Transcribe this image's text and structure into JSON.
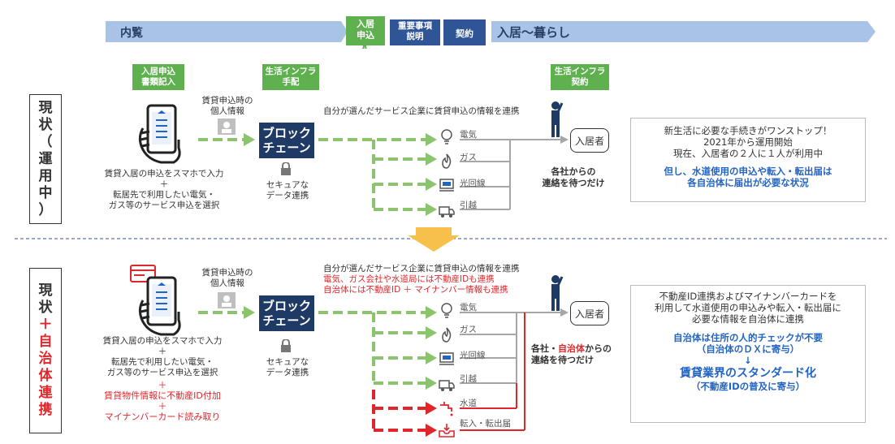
{
  "timeline": {
    "naiken": "内覧",
    "nyukyo_moushikomi": "入居\n申込",
    "juyou": "重要事項\n説明",
    "keiyaku": "契約",
    "kurashi": "入居〜暮らし"
  },
  "tags": {
    "shorui": "入居申込\n書類記入",
    "infra_tehai": "生活インフラ\n手配",
    "infra_keiyaku": "生活インフラ\n契約"
  },
  "top": {
    "label": [
      "現",
      "状",
      "（",
      "運",
      "用",
      "中",
      "）"
    ],
    "personal_info": "賃貸申込時の\n個人情報",
    "blockchain": "ブロック\nチェーン",
    "secure": "セキュアな\nデータ連携",
    "link_note": "自分が選んだサービス企業に賃貸申込の情報を連携",
    "services": [
      "電気",
      "ガス",
      "光回線",
      "引越"
    ],
    "resident": "入居者",
    "wait": "各社からの\n連絡を待つだけ",
    "left_text": "賃貸入居の申込をスマホで入力\n＋\n転居先で利用したい電気・\nガス等のサービス申込を選択",
    "info_lines": [
      "新生活に必要な手続きがワンストップ！",
      "2021年から運用開始",
      "現在、入居者の２人に１人が利用中"
    ],
    "info_blue": "但し、水道使用の申込や転入・転出届は\n各自治体に届出が必要な状況"
  },
  "bottom": {
    "label_black": [
      "現",
      "状"
    ],
    "label_red": [
      "＋",
      "自",
      "治",
      "体",
      "連",
      "携"
    ],
    "personal_info": "賃貸申込時の\n個人情報",
    "blockchain": "ブロック\nチェーン",
    "secure": "セキュアな\nデータ連携",
    "link_note": "自分が選んだサービス企業に賃貸申込の情報を連携",
    "link_red1": "電気、ガス会社や水道局には不動産IDも連携",
    "link_red2": "自治体には不動産ID ＋ マイナンバー情報も連携",
    "services": [
      "電気",
      "ガス",
      "光回線",
      "引越",
      "水道",
      "転入・転出届"
    ],
    "resident": "入居者",
    "wait_pre": "各社・",
    "wait_red": "自治体",
    "wait_post": "からの\n連絡を待つだけ",
    "left_text": "賃貸入居の申込をスマホで入力\n＋\n転居先で利用したい電気・\nガス等のサービス申込を選択",
    "left_red": "＋\n賃貸物件情報に不動産ID付加\n＋\nマイナンバーカード読み取り",
    "info_lines": [
      "不動産ID連携およびマイナンバーカードを",
      "利用して水道使用の申込みや転入・転出届に",
      "必要な情報を自治体に連携"
    ],
    "info_blue1": "自治体は住所の人的チェックが不要\n（自治体のＤＸに寄与）",
    "arrow": "↓",
    "info_blue2": "賃貸業界のスタンダード化",
    "info_blue3": "（不動産IDの普及に寄与）"
  },
  "colors": {
    "navy": "#1f3a64",
    "green": "#5fb14f",
    "red": "#e0262a",
    "blue": "#2264c4",
    "timeline": "#a8c3e6"
  }
}
